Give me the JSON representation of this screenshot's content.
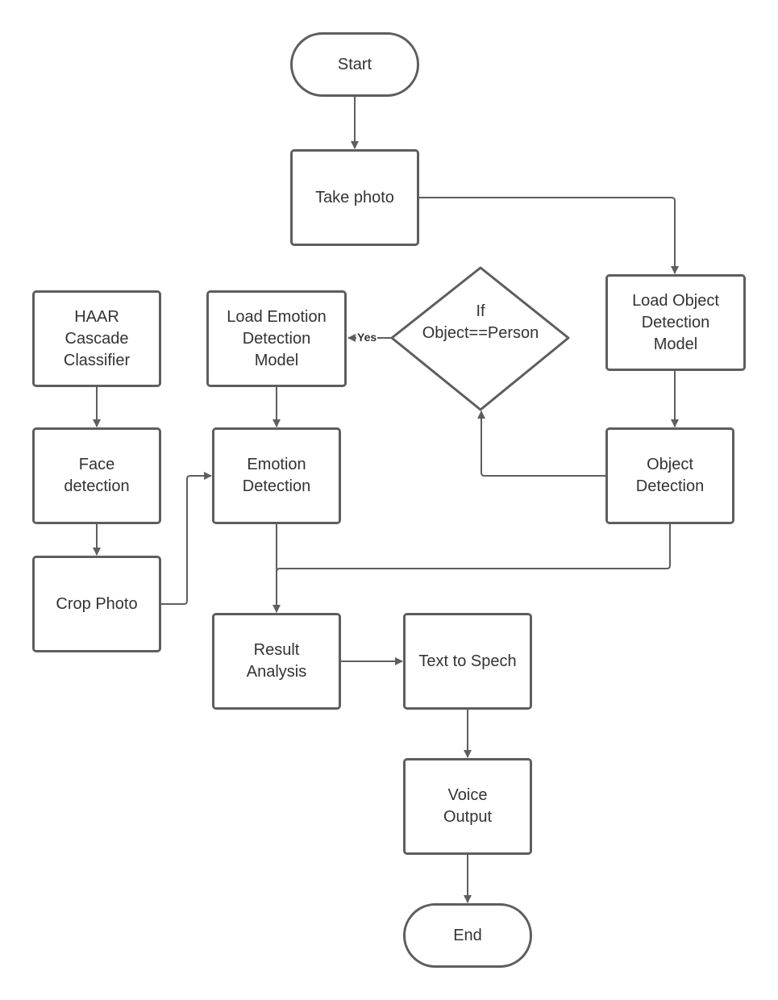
{
  "nodes": {
    "start": "Start",
    "take_photo": "Take photo",
    "load_object_model": "Load Object\nDetection\nModel",
    "haar": "HAAR\nCascade\nClassifier",
    "load_emotion_model": "Load Emotion\nDetection\nModel",
    "decision": "If\nObject==Person",
    "face_detection": "Face\ndetection",
    "emotion_detection": "Emotion\nDetection",
    "object_detection": "Object\nDetection",
    "crop_photo": "Crop Photo",
    "result_analysis": "Result\nAnalysis",
    "text_to_speech": "Text to Spech",
    "voice_output": "Voice\nOutput",
    "end": "End"
  },
  "edge_labels": {
    "yes": "Yes"
  },
  "colors": {
    "stroke": "#5e5e5e",
    "text": "#333333"
  }
}
